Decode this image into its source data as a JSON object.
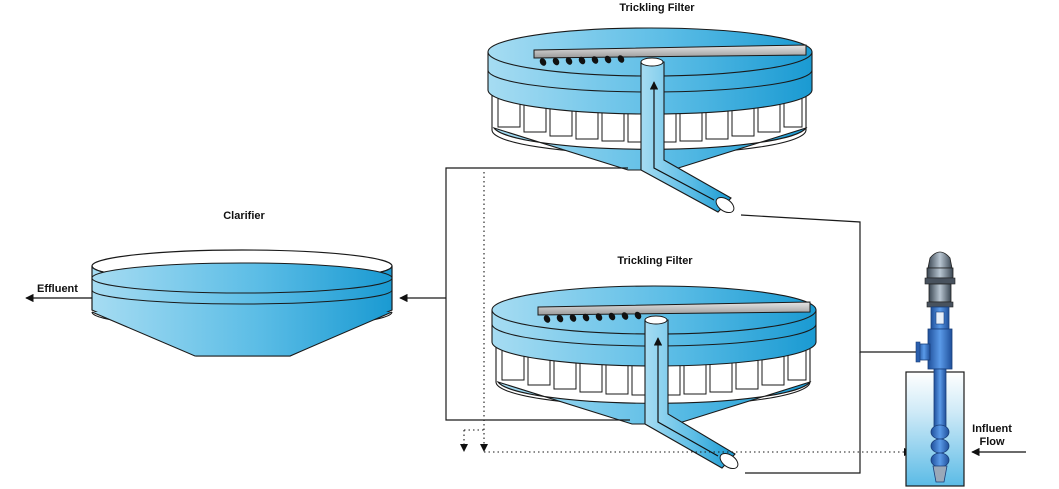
{
  "labels": {
    "trickling_filter_top": "Trickling Filter",
    "trickling_filter_bottom": "Trickling Filter",
    "clarifier": "Clarifier",
    "effluent": "Effluent",
    "influent_line1": "Influent",
    "influent_line2": "Flow"
  },
  "colors": {
    "water_light": "#8fd0ee",
    "water_dark": "#1e9fd6",
    "outline": "#1a1a1a",
    "arm": "#c8c8c8",
    "pump_blue": "#3a7fd0"
  }
}
